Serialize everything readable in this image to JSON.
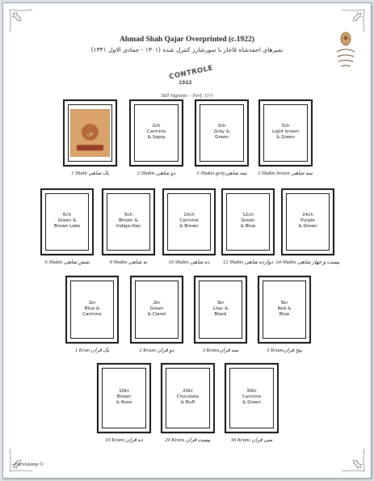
{
  "page": {
    "title": "Ahmad Shah Qajar Overprinted (c.1922)",
    "persian_line": "تمبرهای احمدشاه قاجار با سورشارژ کنترل شده (۱۳۰۱ - جمادی الاول ۱۳۴۱)",
    "overprint_word": "CONTROLE",
    "overprint_year": "1922",
    "subtitle": "Tall Vignette – Perf. 11½",
    "footer": "Farsistamp ©"
  },
  "rows": [
    [
      {
        "text": "",
        "caption": "1 Shahi یک شاهی",
        "has_stamp": true
      },
      {
        "text": "2ch\nCarmine\n& Sepia",
        "caption": "2 Shahis دو شاهی"
      },
      {
        "text": "3ch\nGray &\nGreen",
        "caption": "3 Shakis grayسه شاهی"
      },
      {
        "text": "3ch\nLight brown\n& Green",
        "caption": "3 Shakis brown سه شاهی"
      }
    ],
    [
      {
        "text": "6ch\nGreen &\nBrown Lake",
        "caption": "6 Shakis شش شاهی"
      },
      {
        "text": "9ch\nBrown &\nIndigo-lilac",
        "caption": "9 Shakis نه شاهی"
      },
      {
        "text": "10ch\nCarmine\n& Brown",
        "caption": "10 Shakis ده شاهی"
      },
      {
        "text": "12ch\nGreen\n& Blue",
        "caption": "12 Shakis دوازده شاهی"
      },
      {
        "text": "24ch\nPurple\n& Green",
        "caption": "24 Shakis بیست و چهار شاهی"
      }
    ],
    [
      {
        "text": "1kr\nBlue &\nCarmine",
        "caption": "1 Kran یک قران"
      },
      {
        "text": "2kr\nGreen\n& Claret",
        "caption": "2 Krans دو قران"
      },
      {
        "text": "3kr\nLilac &\nBlack",
        "caption": "3 Kransسه قران"
      },
      {
        "text": "5kr\nRed &\nBlue",
        "caption": "5 Kransپنج قران"
      }
    ],
    [
      {
        "text": "10kr\nBrown\n& Rose",
        "caption": "10 Krans ده قران"
      },
      {
        "text": "20kr\nChocolate\n& Buff",
        "caption": "20 Krans بیست قران"
      },
      {
        "text": "30kr\nCarmine\n& Green",
        "caption": "30 Krans سی قران"
      }
    ]
  ]
}
